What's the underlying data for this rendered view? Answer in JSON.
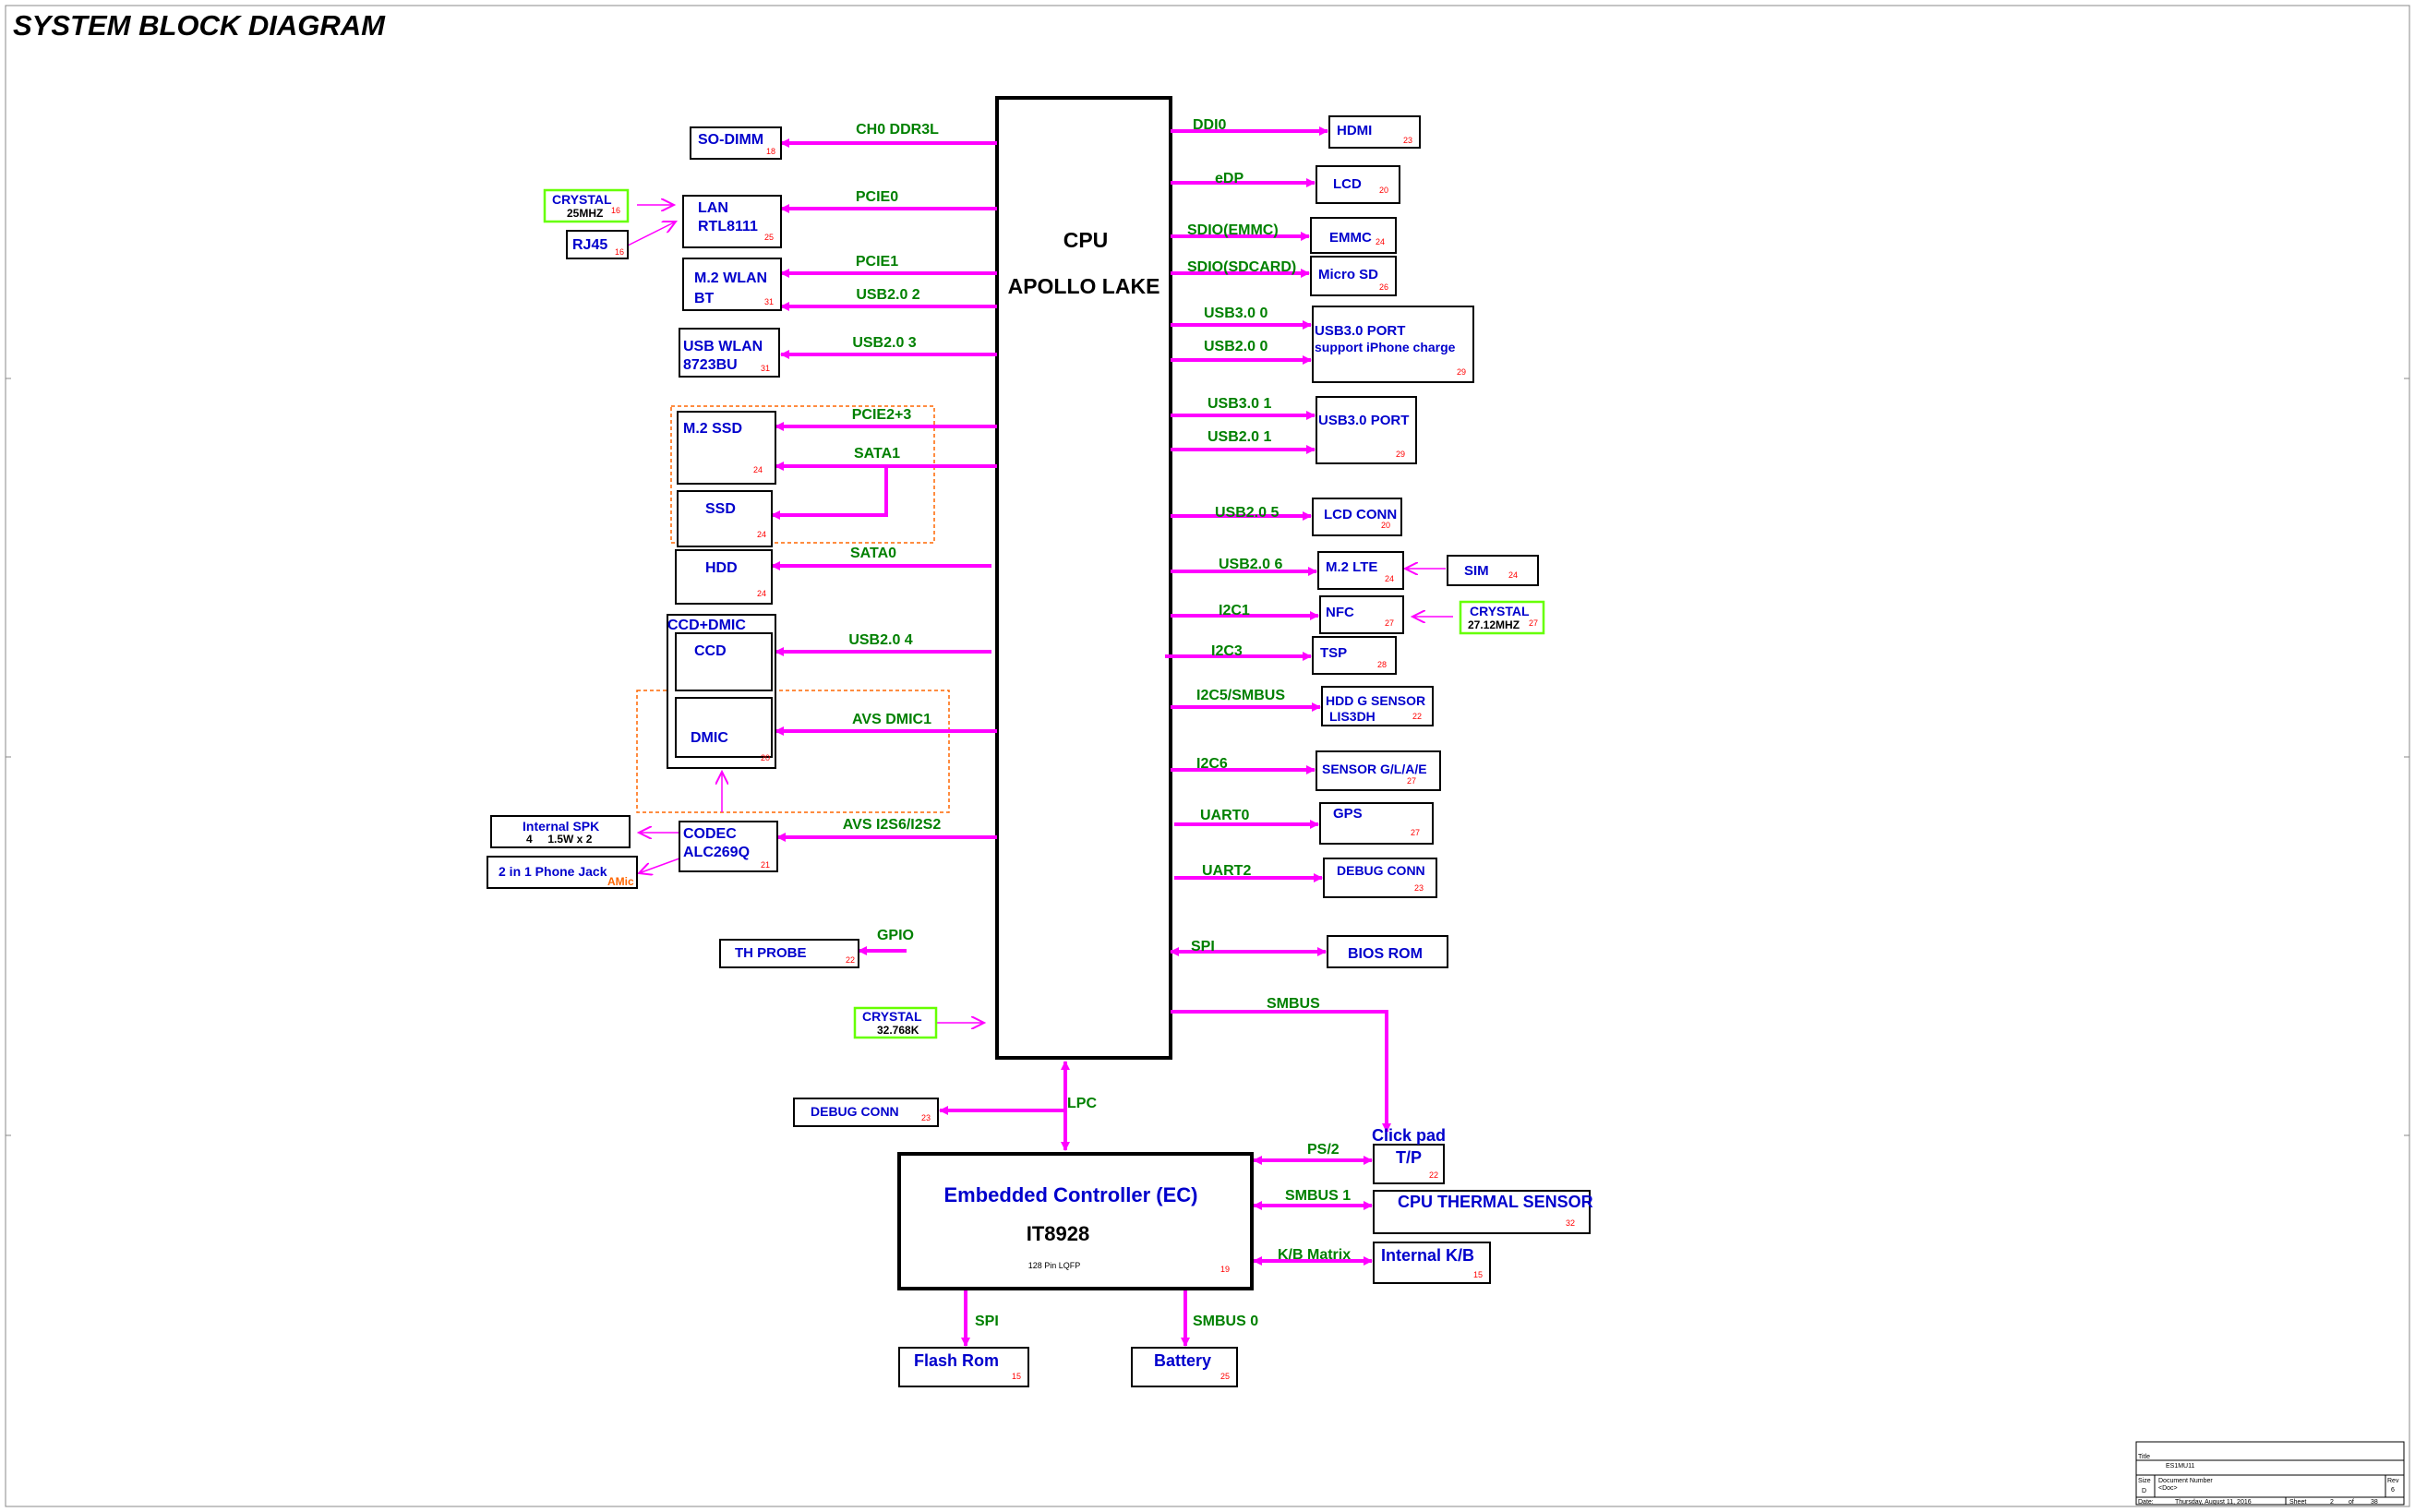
{
  "title": "SYSTEM BLOCK DIAGRAM",
  "colors": {
    "bus": "#ff00ff",
    "busLabel": "#008000",
    "blockText": "#0000cc",
    "pageNum": "#ff0000",
    "crystalBorder": "#66ff00",
    "groupBorder": "#ff6600"
  },
  "cpu": {
    "line1": "CPU",
    "line2": "APOLLO LAKE"
  },
  "ec": {
    "name": "Embedded Controller (EC)",
    "part": "IT8928",
    "package": "128 Pin LQFP",
    "page": "19"
  },
  "blocks": {
    "sodimm": {
      "label": "SO-DIMM",
      "page": "18"
    },
    "lan": {
      "label": "LAN",
      "label2": "RTL8111",
      "page": "25"
    },
    "crystal25": {
      "label": "CRYSTAL",
      "label2": "25MHZ",
      "page": "16"
    },
    "rj45": {
      "label": "RJ45",
      "page": "16"
    },
    "m2wlan": {
      "label": "M.2 WLAN",
      "label2": "BT",
      "page": "31"
    },
    "usbwlan": {
      "label": "USB WLAN",
      "label2": "8723BU",
      "page": "31"
    },
    "m2ssd": {
      "label": "M.2 SSD",
      "page": "24"
    },
    "ssd": {
      "label": "SSD",
      "page": "24"
    },
    "hdd": {
      "label": "HDD",
      "page": "24"
    },
    "ccddmic": {
      "label": "CCD+DMIC",
      "ccd": "CCD",
      "dmic": "DMIC",
      "page": "20"
    },
    "codec": {
      "label": "CODEC",
      "label2": "ALC269Q",
      "page": "21"
    },
    "spk": {
      "label": "Internal SPK",
      "label2": "4     1.5W x 2"
    },
    "phonejack": {
      "label": "2 in 1 Phone Jack",
      "amic": "AMic"
    },
    "thprobe": {
      "label": "TH PROBE",
      "page": "22"
    },
    "crystal32": {
      "label": "CRYSTAL",
      "label2": "32.768K"
    },
    "debugconnL": {
      "label": "DEBUG CONN",
      "page": "23"
    },
    "hdmi": {
      "label": "HDMI",
      "page": "23"
    },
    "lcd": {
      "label": "LCD",
      "page": "20"
    },
    "emmc": {
      "label": "EMMC",
      "page": "24"
    },
    "microsd": {
      "label": "Micro SD",
      "page": "26"
    },
    "usb30port1": {
      "label": "USB3.0 PORT",
      "label2": "support iPhone charge",
      "page": "29"
    },
    "usb30port2": {
      "label": "USB3.0 PORT",
      "page": "29"
    },
    "lcdconn": {
      "label": "LCD CONN",
      "page": "20"
    },
    "m2lte": {
      "label": "M.2 LTE",
      "page": "24"
    },
    "sim": {
      "label": "SIM",
      "page": "24"
    },
    "nfc": {
      "label": "NFC",
      "page": "27"
    },
    "crystal27": {
      "label": "CRYSTAL",
      "label2": "27.12MHZ",
      "page": "27"
    },
    "tsp": {
      "label": "TSP",
      "page": "28"
    },
    "hddg": {
      "label": "HDD G SENSOR",
      "label2": "LIS3DH",
      "page": "22"
    },
    "sensor": {
      "label": "SENSOR G/L/A/E",
      "page": "27"
    },
    "gps": {
      "label": "GPS",
      "page": "27"
    },
    "debugconnR": {
      "label": "DEBUG CONN",
      "page": "23"
    },
    "biosrom": {
      "label": "BIOS ROM"
    },
    "clickpad": {
      "label": "Click pad",
      "label2": "T/P",
      "page": "22"
    },
    "cputhermal": {
      "label": "CPU THERMAL SENSOR",
      "page": "32"
    },
    "kb": {
      "label": "Internal K/B",
      "page": "15"
    },
    "flashrom": {
      "label": "Flash Rom",
      "page": "15"
    },
    "battery": {
      "label": "Battery",
      "page": "25"
    }
  },
  "buses": {
    "ch0": "CH0 DDR3L",
    "pcie0": "PCIE0",
    "pcie1": "PCIE1",
    "usb202": "USB2.0 2",
    "usb203": "USB2.0 3",
    "pcie23": "PCIE2+3",
    "sata1": "SATA1",
    "sata0": "SATA0",
    "usb204": "USB2.0 4",
    "avsdmic1": "AVS DMIC1",
    "avsi2s": "AVS I2S6/I2S2",
    "gpio": "GPIO",
    "ddi0": "DDI0",
    "edp": "eDP",
    "sdioemmc": "SDIO(EMMC)",
    "sdiosd": "SDIO(SDCARD)",
    "usb300": "USB3.0 0",
    "usb200": "USB2.0 0",
    "usb301": "USB3.0 1",
    "usb201": "USB2.0 1",
    "usb205": "USB2.0 5",
    "usb206": "USB2.0 6",
    "i2c1": "I2C1",
    "i2c3": "I2C3",
    "i2c5": "I2C5/SMBUS",
    "i2c6": "I2C6",
    "uart0": "UART0",
    "uart2": "UART2",
    "spi": "SPI",
    "smbus": "SMBUS",
    "lpc": "LPC",
    "ps2": "PS/2",
    "smbus1": "SMBUS 1",
    "kbmatrix": "K/B Matrix",
    "ecspi": "SPI",
    "smbus0": "SMBUS 0"
  },
  "titleblock": {
    "titleLabel": "Title",
    "titleValue": "ES1MU11",
    "sizeLabel": "Size",
    "sizeValue": "D",
    "docLabel": "Document Number",
    "docValue": "<Doc>",
    "revLabel": "Rev",
    "revValue": "6",
    "dateLabel": "Date:",
    "dateValue": "Thursday, August 11, 2016",
    "sheetLabel": "Sheet",
    "sheetValue": "2",
    "ofLabel": "of",
    "ofValue": "38"
  }
}
